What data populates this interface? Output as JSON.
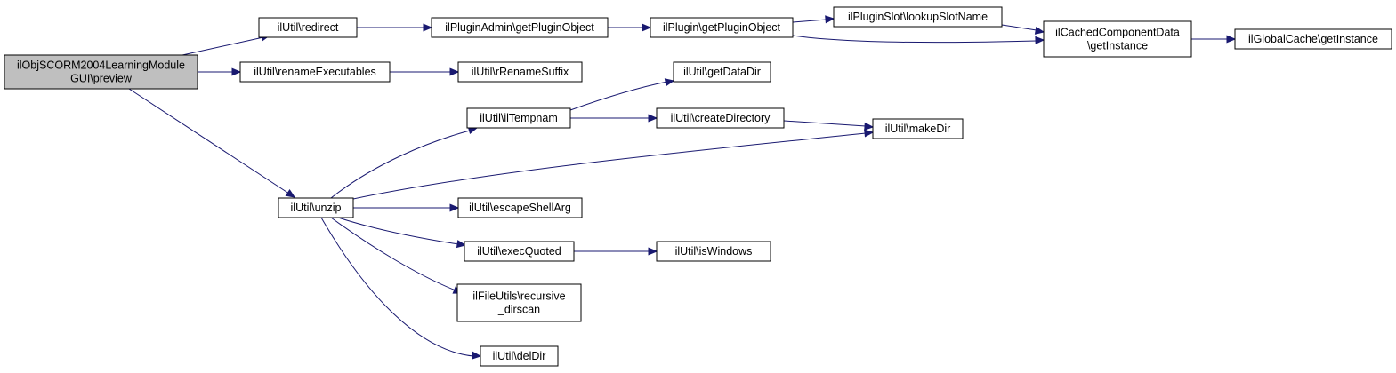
{
  "graph": {
    "nodes": [
      {
        "id": "root",
        "lines": [
          "ilObjSCORM2004LearningModule",
          "GUI\\preview"
        ],
        "highlighted": true
      },
      {
        "id": "redirect",
        "lines": [
          "ilUtil\\redirect"
        ]
      },
      {
        "id": "renameExec",
        "lines": [
          "ilUtil\\renameExecutables"
        ]
      },
      {
        "id": "unzip",
        "lines": [
          "ilUtil\\unzip"
        ]
      },
      {
        "id": "pluginAdmin",
        "lines": [
          "ilPluginAdmin\\getPluginObject"
        ]
      },
      {
        "id": "plugin",
        "lines": [
          "ilPlugin\\getPluginObject"
        ]
      },
      {
        "id": "slot",
        "lines": [
          "ilPluginSlot\\lookupSlotName"
        ]
      },
      {
        "id": "cached",
        "lines": [
          "ilCachedComponentData",
          "\\getInstance"
        ]
      },
      {
        "id": "global",
        "lines": [
          "ilGlobalCache\\getInstance"
        ]
      },
      {
        "id": "rrename",
        "lines": [
          "ilUtil\\rRenameSuffix"
        ]
      },
      {
        "id": "tempnam",
        "lines": [
          "ilUtil\\ilTempnam"
        ]
      },
      {
        "id": "datadir",
        "lines": [
          "ilUtil\\getDataDir"
        ]
      },
      {
        "id": "createdir",
        "lines": [
          "ilUtil\\createDirectory"
        ]
      },
      {
        "id": "makedir",
        "lines": [
          "ilUtil\\makeDir"
        ]
      },
      {
        "id": "escape",
        "lines": [
          "ilUtil\\escapeShellArg"
        ]
      },
      {
        "id": "exec",
        "lines": [
          "ilUtil\\execQuoted"
        ]
      },
      {
        "id": "iswin",
        "lines": [
          "ilUtil\\isWindows"
        ]
      },
      {
        "id": "filescan",
        "lines": [
          "ilFileUtils\\recursive",
          "_dirscan"
        ]
      },
      {
        "id": "deldir",
        "lines": [
          "ilUtil\\delDir"
        ]
      }
    ],
    "edges": [
      {
        "from": "root",
        "to": "redirect"
      },
      {
        "from": "root",
        "to": "renameExec"
      },
      {
        "from": "root",
        "to": "unzip"
      },
      {
        "from": "redirect",
        "to": "pluginAdmin"
      },
      {
        "from": "pluginAdmin",
        "to": "plugin"
      },
      {
        "from": "plugin",
        "to": "slot"
      },
      {
        "from": "plugin",
        "to": "cached"
      },
      {
        "from": "slot",
        "to": "cached"
      },
      {
        "from": "cached",
        "to": "global"
      },
      {
        "from": "renameExec",
        "to": "rrename"
      },
      {
        "from": "unzip",
        "to": "tempnam"
      },
      {
        "from": "unzip",
        "to": "makedir"
      },
      {
        "from": "unzip",
        "to": "escape"
      },
      {
        "from": "unzip",
        "to": "exec"
      },
      {
        "from": "unzip",
        "to": "filescan"
      },
      {
        "from": "unzip",
        "to": "deldir"
      },
      {
        "from": "tempnam",
        "to": "datadir"
      },
      {
        "from": "tempnam",
        "to": "createdir"
      },
      {
        "from": "createdir",
        "to": "makedir"
      },
      {
        "from": "exec",
        "to": "iswin"
      }
    ],
    "colors": {
      "edge": "#191970",
      "node_fill": "#ffffff",
      "node_highlight_fill": "#bfbfbf",
      "node_border": "#000000"
    }
  }
}
